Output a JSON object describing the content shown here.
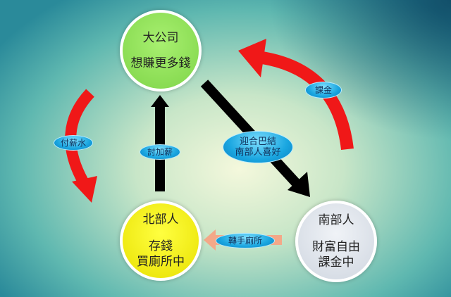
{
  "nodes": {
    "company": {
      "title": "大公司",
      "desc": "想賺更多錢",
      "color": "#8ee05a"
    },
    "north": {
      "title": "北部人",
      "line1": "存錢",
      "line2": "買廁所中",
      "color": "#f0ec10"
    },
    "south": {
      "title": "南部人",
      "line1": "財富自由",
      "line2": "課金中",
      "color": "#dde3ea"
    }
  },
  "edges": {
    "pay_salary": "付薪水",
    "ask_raise": "討加薪",
    "cater_line1": "迎合巴結",
    "cater_line2": "南部人喜好",
    "spend": "課金",
    "resell_toilet": "轉手廁所"
  },
  "colors": {
    "red_arrow": "#f01818",
    "black_arrow": "#000000",
    "peach_arrow": "#f4a888"
  }
}
